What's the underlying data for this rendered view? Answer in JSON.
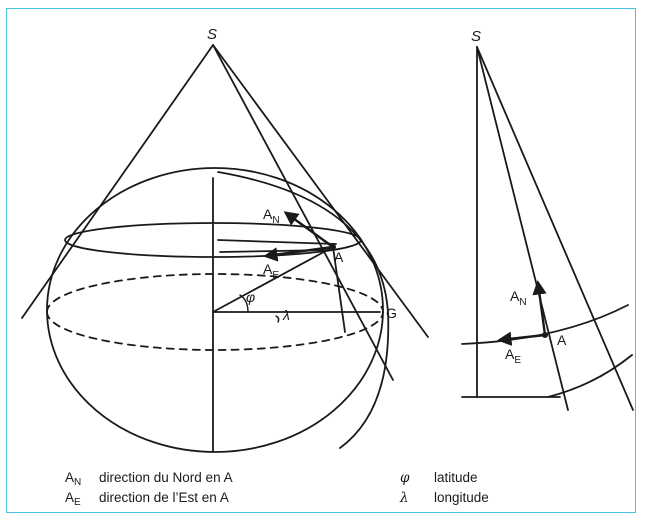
{
  "labels": {
    "apex_left": "S",
    "apex_right": "S",
    "a_north_main": "A",
    "a_north_sub": "N",
    "a_east_main": "A",
    "a_east_sub": "E",
    "point_a": "A",
    "point_g": "G",
    "phi": "φ",
    "lambda": "λ",
    "r_a_north_main": "A",
    "r_a_north_sub": "N",
    "r_a_east_main": "A",
    "r_a_east_sub": "E",
    "r_point_a": "A"
  },
  "legend": {
    "rows": [
      {
        "sym_main": "A",
        "sym_sub": "N",
        "text": "direction du Nord en A"
      },
      {
        "sym_main": "A",
        "sym_sub": "E",
        "text": "direction de l’Est en A"
      }
    ],
    "greek": [
      {
        "sym": "φ",
        "text": "latitude"
      },
      {
        "sym": "λ",
        "text": "longitude"
      }
    ]
  },
  "colors": {
    "frame": "#49c3dd",
    "ink": "#1a1a1a"
  }
}
